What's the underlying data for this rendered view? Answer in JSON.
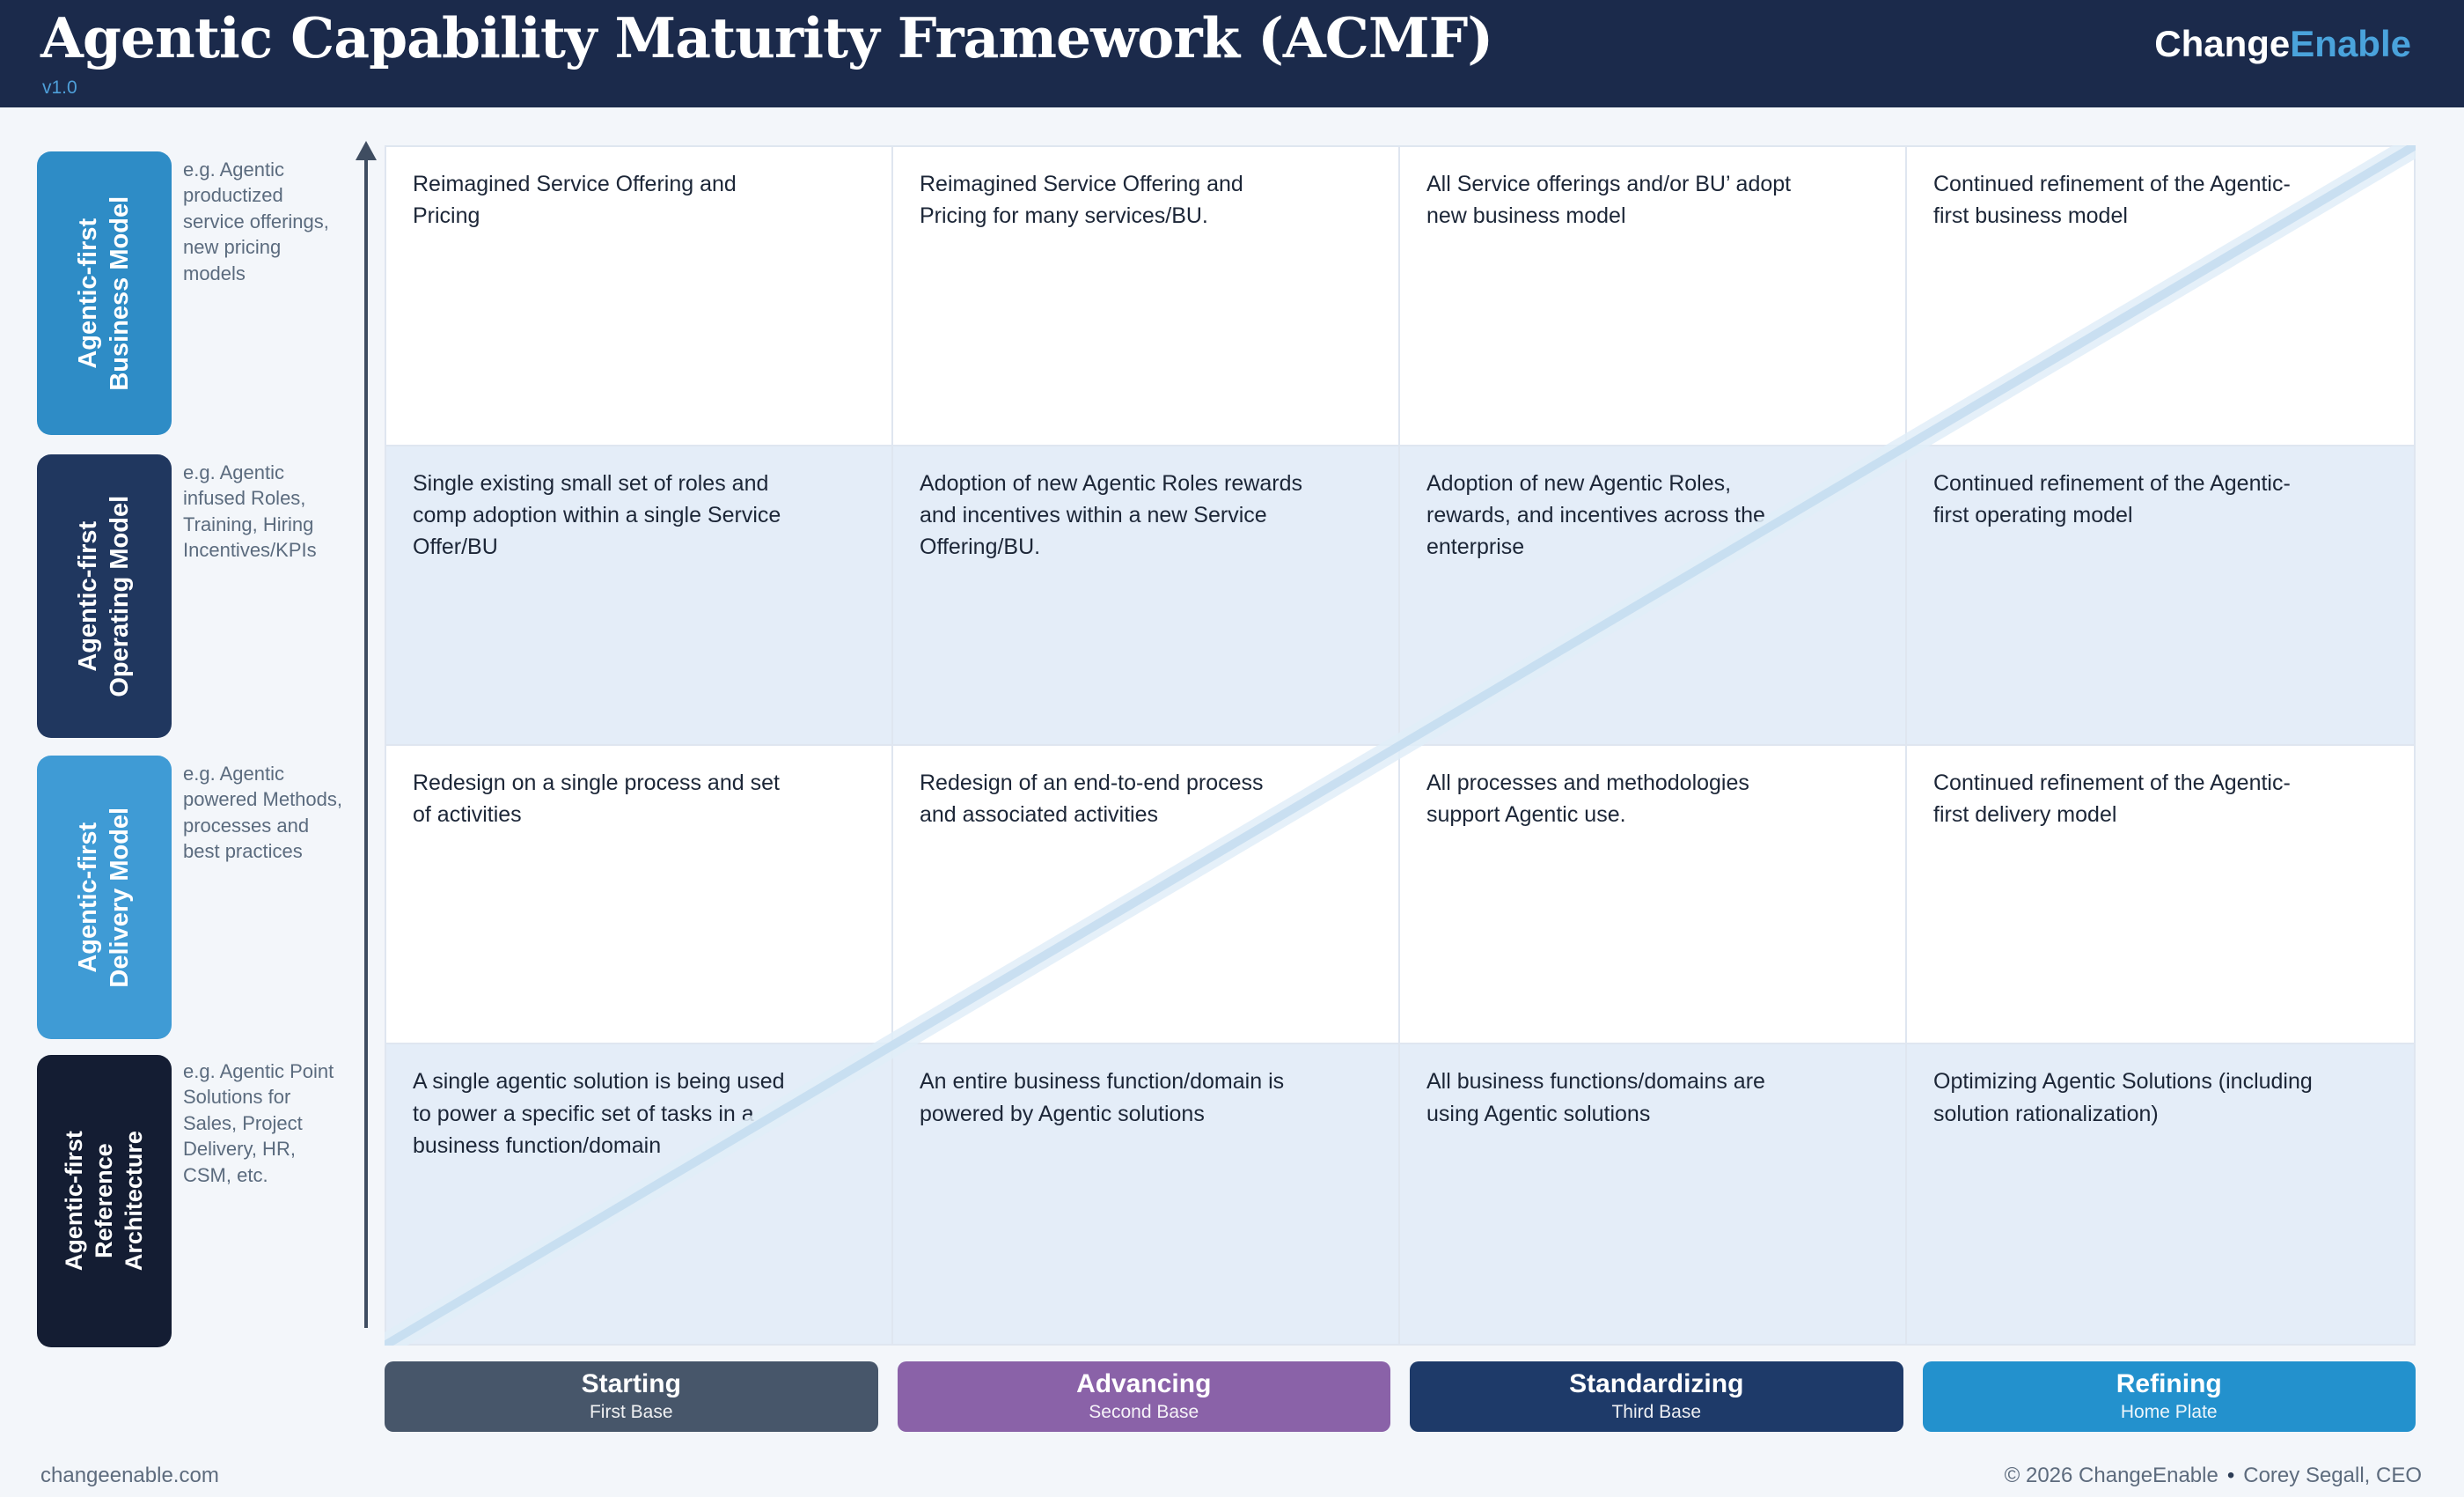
{
  "header": {
    "title": "Agentic Capability Maturity Framework (ACMF)",
    "version": "v1.0",
    "brand": {
      "first": "Change",
      "second": "Enable"
    }
  },
  "colors": {
    "header_bg": "#1b2a4b",
    "page_bg": "#f3f6fa",
    "brand_accent": "#4aa3dc",
    "band_white": "#ffffff",
    "band_blue": "#e4edf8",
    "axis": "#3f4d61",
    "diagonal_line": "#c5ddf0",
    "cell_text": "#1c2637",
    "example_text": "#5b6b7e"
  },
  "rows": [
    {
      "label_lines": [
        "Agentic-first",
        "Business Model"
      ],
      "color": "#2e8cc6",
      "example": "e.g. Agentic productized service offerings, new pricing models",
      "cells": [
        "Reimagined Service Offering and Pricing",
        "Reimagined Service Offering and Pricing for many services/BU.",
        "All Service offerings and/or BU’ adopt new business model",
        "Continued refinement of the Agentic-first business model"
      ]
    },
    {
      "label_lines": [
        "Agentic-first",
        "Operating Model"
      ],
      "color": "#20375f",
      "example": "e.g. Agentic infused Roles, Training, Hiring Incentives/KPIs",
      "cells": [
        "Single existing small set of roles and comp adoption within a single Service Offer/BU",
        "Adoption of new Agentic Roles rewards and incentives within a new Service Offering/BU.",
        "Adoption of new Agentic Roles, rewards, and incentives across the enterprise",
        "Continued refinement of the Agentic-first operating model"
      ]
    },
    {
      "label_lines": [
        "Agentic-first",
        "Delivery Model"
      ],
      "color": "#3f9bd5",
      "example": "e.g. Agentic powered Methods, processes and best practices",
      "cells": [
        "Redesign on a single process and set of activities",
        "Redesign of an end-to-end process and associated activities",
        "All processes and methodologies support Agentic use.",
        "Continued refinement of the Agentic-first delivery model"
      ]
    },
    {
      "label_lines": [
        "Agentic-first",
        "Reference",
        "Architecture"
      ],
      "color": "#141d33",
      "example": "e.g. Agentic Point Solutions for Sales, Project Delivery, HR, CSM, etc.",
      "cells": [
        "A single agentic solution is being used to power a specific set of tasks in a business function/domain",
        "An entire business function/domain is powered by Agentic solutions",
        "All business functions/domains are using Agentic solutions",
        "Optimizing Agentic Solutions (including solution rationalization)"
      ]
    }
  ],
  "stages": [
    {
      "title": "Starting",
      "subtitle": "First Base",
      "color": "#47566a"
    },
    {
      "title": "Advancing",
      "subtitle": "Second Base",
      "color": "#8a62a8"
    },
    {
      "title": "Standardizing",
      "subtitle": "Third Base",
      "color": "#1e3a69"
    },
    {
      "title": "Refining",
      "subtitle": "Home Plate",
      "color": "#2391cd"
    }
  ],
  "footer": {
    "left": "changeenable.com",
    "copyright": "© 2026 ChangeEnable",
    "separator": "•",
    "author": "Corey Segall, CEO"
  }
}
